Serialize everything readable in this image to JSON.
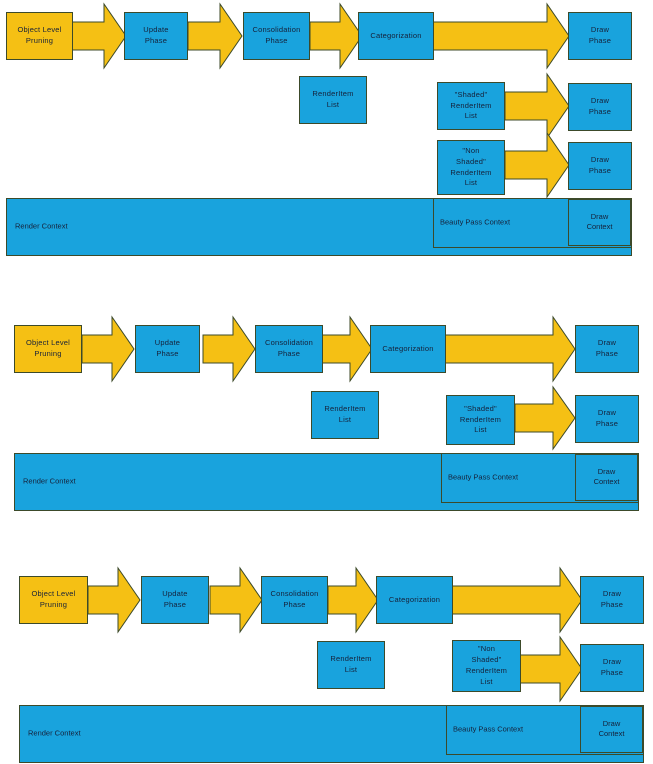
{
  "meta": {
    "title": "Render Pipeline Phase Diagrams",
    "colors": {
      "blue": "#19a3dd",
      "gold": "#f5c014",
      "outline": "#3c4a2a",
      "text": "#16213a",
      "background": "#ffffff"
    },
    "variant_count": 3
  },
  "labels": {
    "object_level_pruning": "Object Level\nPruning",
    "update_phase": "Update\nPhase",
    "consolidation_phase": "Consolidation\nPhase",
    "categorization": "Categorization",
    "draw_phase": "Draw\nPhase",
    "renderitem_list": "RenderItem\nList",
    "shaded_renderitem_list": "\"Shaded\"\nRenderItem\nList",
    "non_shaded_renderitem_list": "\"Non\nShaded\"\nRenderItem\nList",
    "render_context": "Render Context",
    "beauty_pass_context": "Beauty Pass Context",
    "draw_context": "Draw\nContext"
  },
  "diagrams": [
    {
      "id": "diagram-full",
      "name": "full-pipeline-both-branches",
      "nodes": [
        {
          "key": "object_level_pruning",
          "fill": "gold"
        },
        {
          "key": "update_phase",
          "fill": "blue"
        },
        {
          "key": "consolidation_phase",
          "fill": "blue"
        },
        {
          "key": "categorization",
          "fill": "blue"
        },
        {
          "key": "draw_phase",
          "fill": "blue"
        },
        {
          "key": "renderitem_list",
          "fill": "blue"
        },
        {
          "key": "shaded_renderitem_list",
          "fill": "blue"
        },
        {
          "key": "non_shaded_renderitem_list",
          "fill": "blue"
        },
        {
          "key": "draw_phase",
          "fill": "blue"
        },
        {
          "key": "draw_phase",
          "fill": "blue"
        }
      ],
      "contexts": [
        {
          "key": "render_context"
        },
        {
          "key": "beauty_pass_context"
        },
        {
          "key": "draw_context"
        }
      ]
    },
    {
      "id": "diagram-shaded",
      "name": "pipeline-shaded-branch-only",
      "nodes": [
        {
          "key": "object_level_pruning",
          "fill": "gold"
        },
        {
          "key": "update_phase",
          "fill": "blue"
        },
        {
          "key": "consolidation_phase",
          "fill": "blue"
        },
        {
          "key": "categorization",
          "fill": "blue"
        },
        {
          "key": "draw_phase",
          "fill": "blue"
        },
        {
          "key": "renderitem_list",
          "fill": "blue"
        },
        {
          "key": "shaded_renderitem_list",
          "fill": "blue"
        },
        {
          "key": "draw_phase",
          "fill": "blue"
        }
      ],
      "contexts": [
        {
          "key": "render_context"
        },
        {
          "key": "beauty_pass_context"
        },
        {
          "key": "draw_context"
        }
      ]
    },
    {
      "id": "diagram-non-shaded",
      "name": "pipeline-non-shaded-branch-only",
      "nodes": [
        {
          "key": "object_level_pruning",
          "fill": "gold"
        },
        {
          "key": "update_phase",
          "fill": "blue"
        },
        {
          "key": "consolidation_phase",
          "fill": "blue"
        },
        {
          "key": "categorization",
          "fill": "blue"
        },
        {
          "key": "draw_phase",
          "fill": "blue"
        },
        {
          "key": "renderitem_list",
          "fill": "blue"
        },
        {
          "key": "non_shaded_renderitem_list",
          "fill": "blue"
        },
        {
          "key": "draw_phase",
          "fill": "blue"
        }
      ],
      "contexts": [
        {
          "key": "render_context"
        },
        {
          "key": "beauty_pass_context"
        },
        {
          "key": "draw_context"
        }
      ]
    }
  ]
}
